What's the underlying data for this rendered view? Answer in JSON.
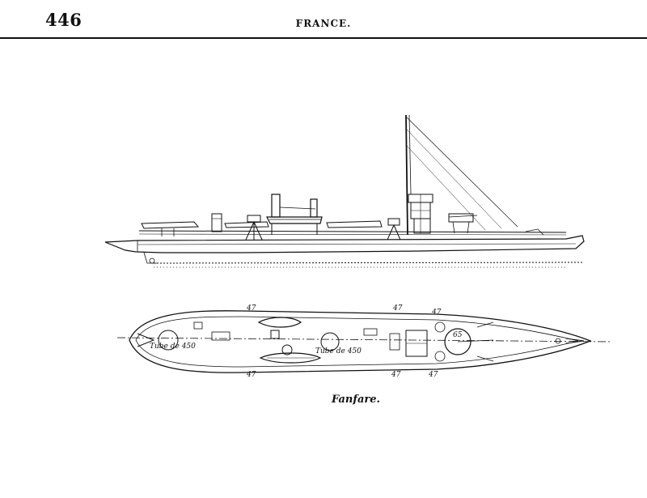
{
  "header": {
    "page_number": "446",
    "running_head": "FRANCE."
  },
  "figure": {
    "caption": "Fanfare.",
    "plan_labels": {
      "gun_47_top_a": "47",
      "gun_47_top_b": "47",
      "gun_47_top_c": "47",
      "gun_47_bottom_a": "47",
      "gun_47_bottom_b": "47",
      "gun_47_bottom_c": "47",
      "gun_65": "65",
      "tube_aft": "Tube de 450",
      "tube_mid": "Tube de 450"
    }
  }
}
